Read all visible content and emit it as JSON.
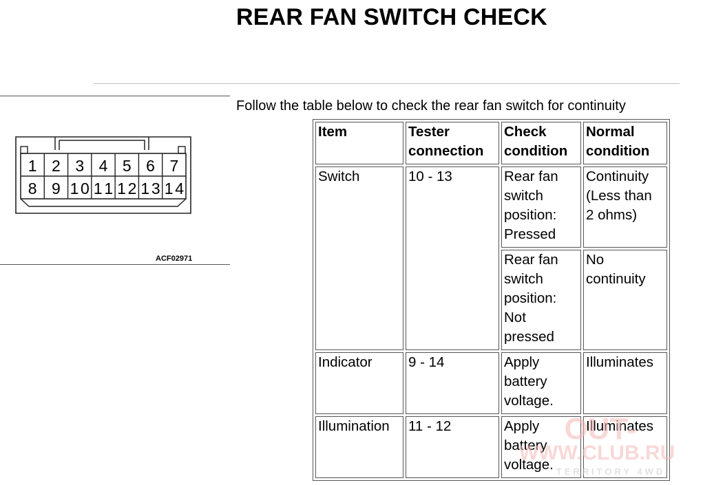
{
  "page": {
    "title": "REAR FAN SWITCH CHECK"
  },
  "figure": {
    "connector_pins_top": [
      "1",
      "2",
      "3",
      "4",
      "5",
      "6",
      "7"
    ],
    "connector_pins_bottom": [
      "8",
      "9",
      "10",
      "11",
      "12",
      "13",
      "14"
    ],
    "code": "ACF02971"
  },
  "intro": "Follow the table below to check the rear fan switch for continuity",
  "table": {
    "headers": {
      "item": [
        "Item"
      ],
      "tester": [
        "Tester",
        "connection"
      ],
      "check": [
        "Check",
        "condition"
      ],
      "normal": [
        "Normal",
        "condition"
      ]
    },
    "rows": [
      {
        "item": "Switch",
        "tester": "10 - 13",
        "check": [
          "Rear fan",
          "switch",
          "position:",
          "Pressed"
        ],
        "normal": [
          "Continuity",
          "(Less than",
          "2 ohms)"
        ]
      },
      {
        "check": [
          "Rear fan",
          "switch",
          "position:",
          "Not",
          "pressed"
        ],
        "normal": [
          "No",
          "continuity"
        ]
      },
      {
        "item": "Indicator",
        "tester": "9 - 14",
        "check": [
          "Apply",
          "battery",
          "voltage."
        ],
        "normal": [
          "Illuminates"
        ]
      },
      {
        "item": "Illumination",
        "tester": "11 - 12",
        "check": [
          "Apply",
          "battery",
          "voltage."
        ],
        "normal": [
          "Illuminates"
        ]
      }
    ]
  },
  "watermark": {
    "line1": "OUT-",
    "line2": "WWW.CLUB.RU",
    "line3": "TERRITORY 4WD"
  }
}
